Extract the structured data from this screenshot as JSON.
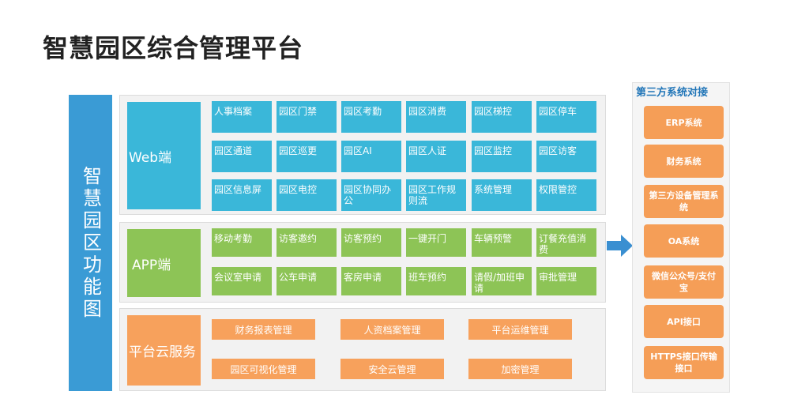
{
  "title": "智慧园区综合管理平台",
  "side_label": "智慧园区功能图",
  "web": {
    "label": "Web端",
    "cells": [
      "人事档案",
      "园区门禁",
      "园区考勤",
      "园区消费",
      "园区梯控",
      "园区停车",
      "园区通道",
      "园区巡更",
      "园区AI",
      "园区人证",
      "园区监控",
      "园区访客",
      "园区信息屏",
      "园区电控",
      "园区协同办公",
      "园区工作规则流",
      "系统管理",
      "权限管控"
    ]
  },
  "app": {
    "label": "APP端",
    "cells": [
      "移动考勤",
      "访客邀约",
      "访客预约",
      "一键开门",
      "车辆预警",
      "订餐充值消费",
      "会议室申请",
      "公车申请",
      "客房申请",
      "班车预约",
      "请假/加班申请",
      "审批管理"
    ]
  },
  "cloud": {
    "label": "平台云服务",
    "cells": [
      "财务报表管理",
      "人资档案管理",
      "平台运维管理",
      "园区可视化管理",
      "安全云管理",
      "加密管理"
    ]
  },
  "third_party": {
    "title": "第三方系统对接",
    "items": [
      "ERP系统",
      "财务系统",
      "第三方设备管理系统",
      "OA系统",
      "微信公众号/支付宝",
      "API接口",
      "HTTPS接口传输接口"
    ]
  },
  "colors": {
    "web": "#3ab7d9",
    "app": "#8dc456",
    "cloud": "#f7a15c",
    "side": "#3a9bd5",
    "arrow": "#3a8fd1",
    "third_party": "#f59e57"
  }
}
